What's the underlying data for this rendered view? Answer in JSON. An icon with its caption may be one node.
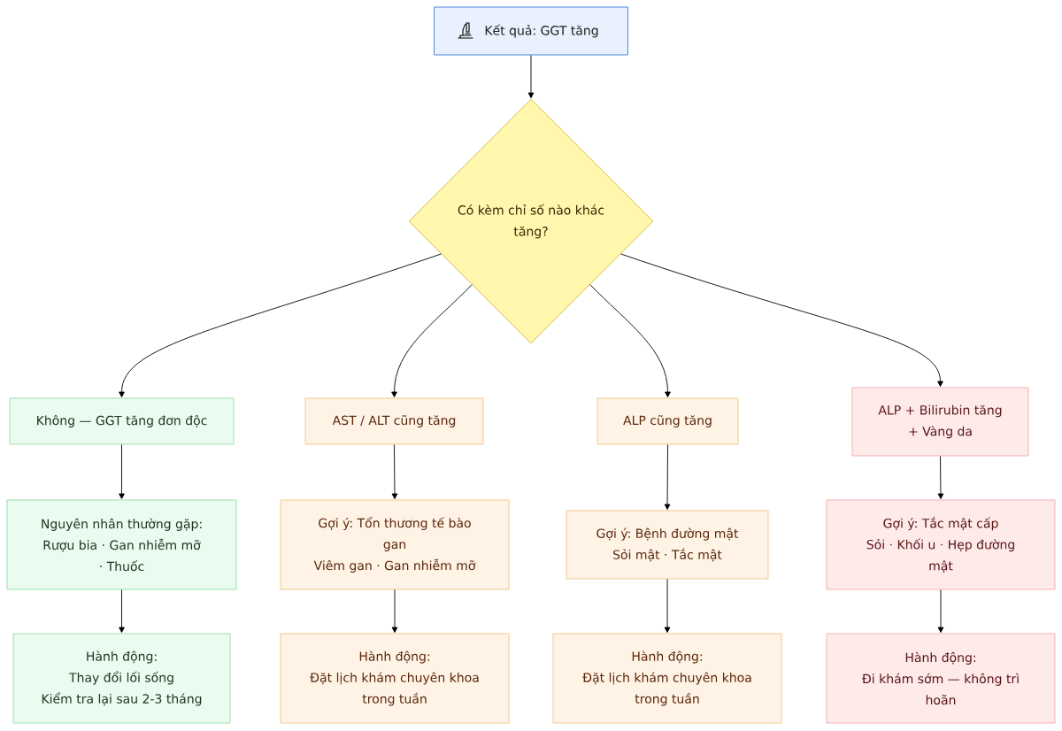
{
  "diagram": {
    "nodes": [
      {
        "text": [
          "Kết quả: GGT tăng"
        ]
      },
      {
        "text": [
          "Có kèm chỉ số nào khác tăng?"
        ]
      },
      {
        "text": [
          "Không — GGT tăng đơn độc"
        ]
      },
      {
        "text": [
          "AST / ALT cũng tăng"
        ]
      },
      {
        "text": [
          "ALP cũng tăng"
        ]
      },
      {
        "text": [
          "ALP + Bilirubin tăng + Vàng da"
        ]
      },
      {
        "text": [
          "Nguyên nhân thường gặp:",
          "Rượu bia · Gan nhiễm mỡ · Thuốc"
        ]
      },
      {
        "text": [
          "Gợi ý: Tổn thương tế bào gan",
          "Viêm gan · Gan nhiễm mỡ"
        ]
      },
      {
        "text": [
          "Gợi ý: Bệnh đường mật",
          "Sỏi mật · Tắc mật"
        ]
      },
      {
        "text": [
          "Gợi ý: Tắc mật cấp",
          "Sỏi · Khối u · Hẹp đường mật"
        ]
      },
      {
        "text": [
          "Hành động:",
          "Thay đổi lối sống",
          "Kiểm tra lại sau 2-3 tháng"
        ]
      },
      {
        "text": [
          "Hành động:",
          "Đặt lịch khám chuyên khoa trong tuần"
        ]
      },
      {
        "text": [
          "Hành động:",
          "Đặt lịch khám chuyên khoa trong tuần"
        ]
      },
      {
        "text": [
          "Hành động:",
          "Đi khám sớm — không trì hoãn"
        ]
      }
    ],
    "edges": [
      {
        "from": 0,
        "to": 1,
        "arrow": "to"
      },
      {
        "from": 1,
        "to": 2,
        "arrow": "to"
      },
      {
        "from": 1,
        "to": 3,
        "arrow": "to"
      },
      {
        "from": 1,
        "to": 4,
        "arrow": "to"
      },
      {
        "from": 1,
        "to": 5,
        "arrow": "to"
      },
      {
        "from": 2,
        "to": 6,
        "arrow": "to"
      },
      {
        "from": 6,
        "to": 10,
        "arrow": "to"
      },
      {
        "from": 3,
        "to": 7,
        "arrow": "to"
      },
      {
        "from": 7,
        "to": 11,
        "arrow": "to"
      },
      {
        "from": 4,
        "to": 8,
        "arrow": "to"
      },
      {
        "from": 8,
        "to": 12,
        "arrow": "to"
      },
      {
        "from": 5,
        "to": 9,
        "arrow": "to"
      },
      {
        "from": 9,
        "to": 13,
        "arrow": "to"
      }
    ]
  }
}
